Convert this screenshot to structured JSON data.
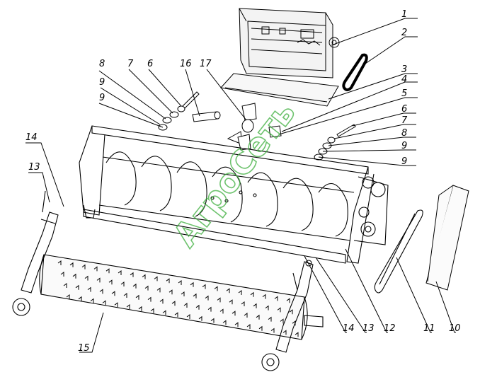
{
  "watermark": {
    "text": "АгроСеть",
    "color": "#3fb03f"
  },
  "colors": {
    "line": "#000000",
    "background": "#ffffff"
  },
  "callouts": [
    {
      "id": "c1",
      "text": "1"
    },
    {
      "id": "c2",
      "text": "2"
    },
    {
      "id": "c3",
      "text": "3"
    },
    {
      "id": "c4",
      "text": "4"
    },
    {
      "id": "c5",
      "text": "5"
    },
    {
      "id": "c6r",
      "text": "6"
    },
    {
      "id": "c7r",
      "text": "7"
    },
    {
      "id": "c8r",
      "text": "8"
    },
    {
      "id": "c9ra",
      "text": "9"
    },
    {
      "id": "c9rb",
      "text": "9"
    },
    {
      "id": "c8l",
      "text": "8"
    },
    {
      "id": "c7l",
      "text": "7"
    },
    {
      "id": "c6l",
      "text": "6"
    },
    {
      "id": "c16",
      "text": "16"
    },
    {
      "id": "c17",
      "text": "17"
    },
    {
      "id": "c9la",
      "text": "9"
    },
    {
      "id": "c9lb",
      "text": "9"
    },
    {
      "id": "c14l",
      "text": "14"
    },
    {
      "id": "c13l",
      "text": "13"
    },
    {
      "id": "c14b",
      "text": "14"
    },
    {
      "id": "c13b",
      "text": "13"
    },
    {
      "id": "c12",
      "text": "12"
    },
    {
      "id": "c11",
      "text": "11"
    },
    {
      "id": "c10",
      "text": "10"
    },
    {
      "id": "c15",
      "text": "15"
    }
  ]
}
